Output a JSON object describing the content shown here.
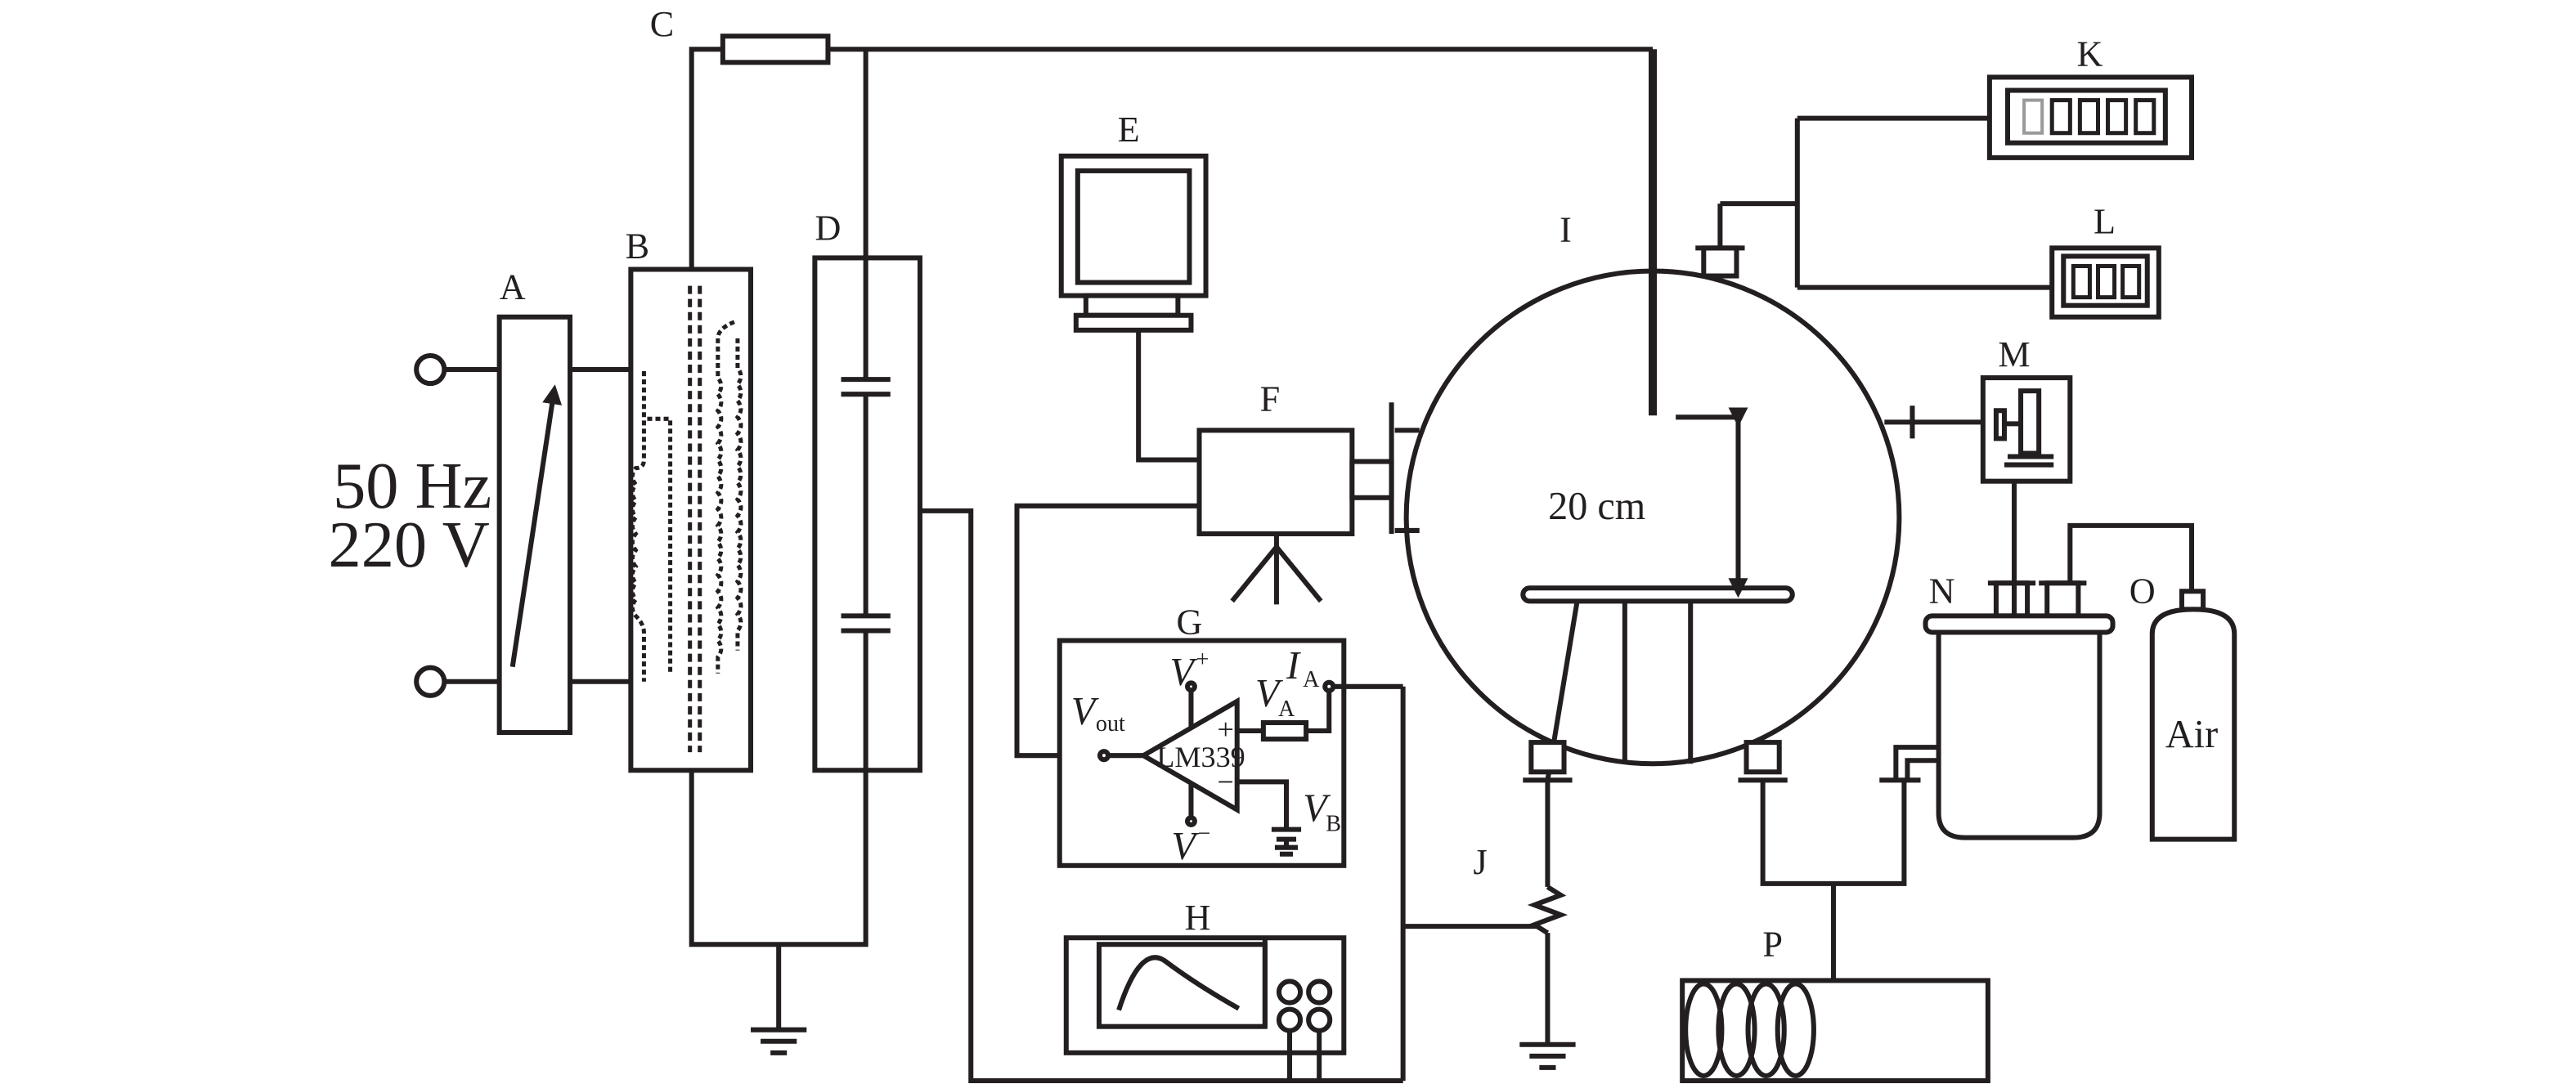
{
  "labels": {
    "A": "A",
    "B": "B",
    "C": "C",
    "D": "D",
    "E": "E",
    "F": "F",
    "G": "G",
    "H": "H",
    "I": "I",
    "J": "J",
    "K": "K",
    "L": "L",
    "M": "M",
    "N": "N",
    "O": "O",
    "P": "P"
  },
  "source": {
    "frequency": "50 Hz",
    "voltage": "220 V"
  },
  "chamber": {
    "gap": "20 cm"
  },
  "circuit": {
    "chip": "LM339",
    "vout_main": "V",
    "vout_sub": "out",
    "vplus_main": "V",
    "vplus_sup": "+",
    "vminus_main": "V",
    "vminus_sup": "−",
    "va_main": "V",
    "va_sub": "A",
    "ia_main": "I",
    "ia_sub": "A",
    "vb_main": "V",
    "vb_sub": "B",
    "plus": "+",
    "minus": "−"
  },
  "cylinder": {
    "gas": "Air"
  }
}
